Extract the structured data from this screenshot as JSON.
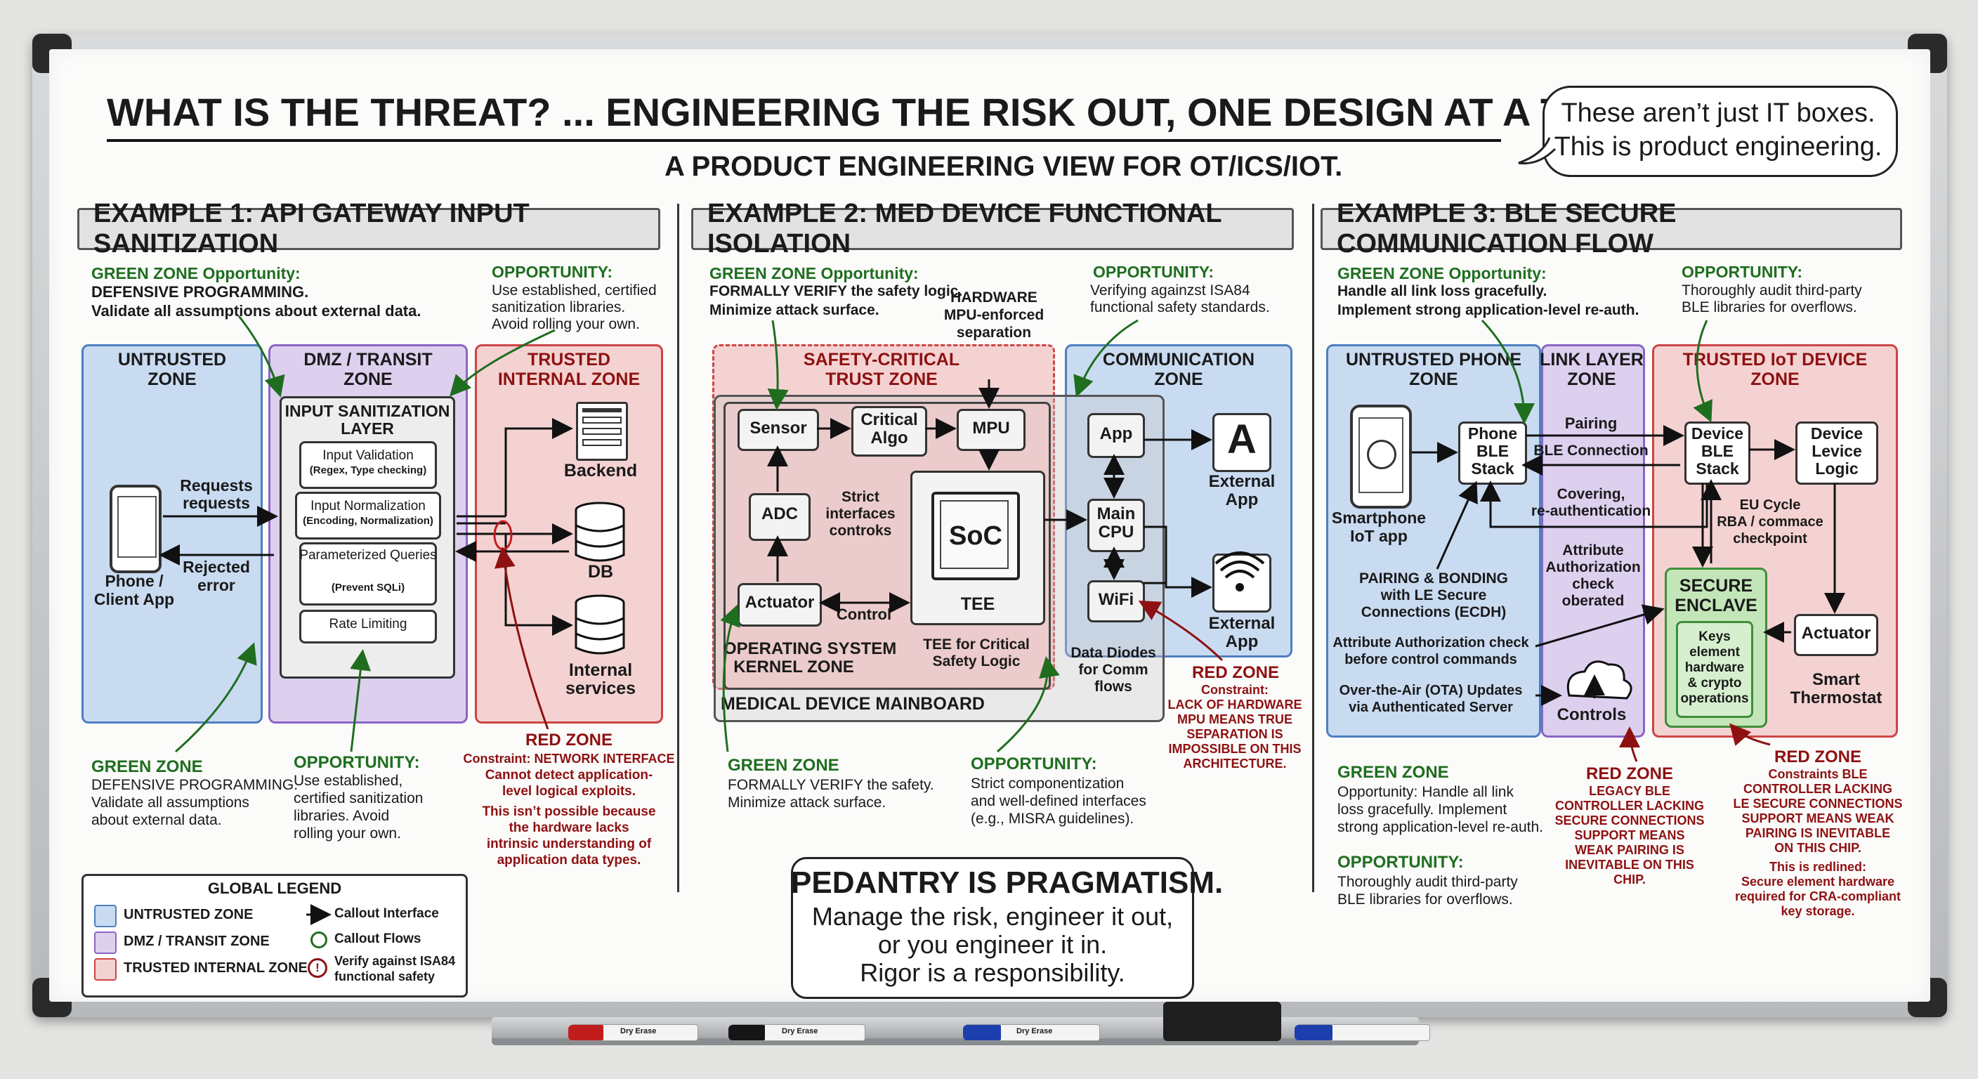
{
  "title": "WHAT IS THE THREAT? ... ENGINEERING THE RISK OUT, ONE DESIGN AT A TIME",
  "subtitle": "A PRODUCT ENGINEERING VIEW FOR OT/ICS/IOT.",
  "speech_bubble": [
    "These aren’t just IT boxes.",
    "This is product engineering."
  ],
  "ex1": {
    "header": "EXAMPLE 1: API GATEWAY INPUT SANITIZATION",
    "green_top_title": "GREEN ZONE Opportunity:",
    "green_top_lines": [
      "DEFENSIVE PROGRAMMING.",
      "Validate all assumptions about external data."
    ],
    "opp_top_title": "OPPORTUNITY:",
    "opp_top_lines": [
      "Use established, certified",
      "sanitization libraries.",
      "Avoid rolling your own."
    ],
    "zone_untrusted": [
      "UNTRUSTED",
      "ZONE"
    ],
    "zone_dmz": [
      "DMZ / TRANSIT",
      "ZONE"
    ],
    "zone_trusted": [
      "TRUSTED",
      "INTERNAL ZONE"
    ],
    "phone_label": [
      "Phone /",
      "Client App"
    ],
    "requests_label": [
      "Requests",
      "requests"
    ],
    "rejected_label": [
      "Rejected",
      "error"
    ],
    "layer_title": [
      "INPUT SANITIZATION",
      "LAYER"
    ],
    "layer_items": [
      {
        "title": "Input Validation",
        "sub": "(Regex, Type checking)"
      },
      {
        "title": "Input Normalization",
        "sub": "(Encoding, Normalization)"
      },
      {
        "title": "Parameterized Queries",
        "sub": "(Prevent SQLi)"
      },
      {
        "title": "Rate Limiting",
        "sub": ""
      }
    ],
    "backend": "Backend",
    "db": "DB",
    "internal_services": [
      "Internal",
      "services"
    ],
    "green_bottom_title": "GREEN ZONE",
    "green_bottom_lines": [
      "DEFENSIVE PROGRAMMING.",
      "Validate all assumptions",
      "about external data."
    ],
    "opp_bottom_title": "OPPORTUNITY:",
    "opp_bottom_lines": [
      "Use established,",
      "certified sanitization",
      "libraries. Avoid",
      "rolling your own."
    ],
    "red_title": "RED ZONE",
    "red_lines": [
      "Constraint: NETWORK INTERFACE",
      "Cannot detect application-",
      "level logical exploits.",
      "This isn’t possible because",
      "the hardware lacks",
      "intrinsic understanding of",
      "application data types."
    ]
  },
  "ex2": {
    "header": "EXAMPLE 2: MED DEVICE FUNCTIONAL ISOLATION",
    "green_top_title": "GREEN ZONE Opportunity:",
    "green_top_lines": [
      "FORMALLY VERIFY the safety logic.",
      "Minimize attack surface."
    ],
    "hw_label": [
      "HARDWARE",
      "MPU-enforced",
      "separation"
    ],
    "opp_top_title": "OPPORTUNITY:",
    "opp_top_lines": [
      "Verifying againzst ISA84",
      "functional safety standards."
    ],
    "zone_safety": [
      "SAFETY-CRITICAL",
      "TRUST ZONE"
    ],
    "zone_comm": [
      "COMMUNICATION",
      "ZONE"
    ],
    "sensor": "Sensor",
    "critical_algo": [
      "Critical",
      "Algo"
    ],
    "mpu": "MPU",
    "adc": "ADC",
    "strict_label": [
      "Strict",
      "interfaces",
      "controks"
    ],
    "soc": "SoC",
    "tee": "TEE",
    "actuator": "Actuator",
    "control": "Control",
    "os_zone": [
      "OPERATING SYSTEM",
      "KERNEL ZONE"
    ],
    "tee_label": [
      "TEE for Critical",
      "Safety Logic"
    ],
    "app": "App",
    "main_cpu": [
      "Main",
      "CPU"
    ],
    "wifi": "WiFi",
    "external_app1": [
      "External",
      "App"
    ],
    "external_app2": [
      "External",
      "App"
    ],
    "data_diodes": [
      "Data Diodes",
      "for Comm",
      "flows"
    ],
    "mainboard": "MEDICAL DEVICE MAINBOARD",
    "red_title": "RED ZONE",
    "red_lines": [
      "Constraint:",
      "LACK OF HARDWARE",
      "MPU MEANS TRUE",
      "SEPARATION IS",
      "IMPOSSIBLE ON THIS",
      "ARCHITECTURE."
    ],
    "green_bottom_title": "GREEN ZONE",
    "green_bottom_lines": [
      "FORMALLY VERIFY the safety.",
      "Minimize attack surface."
    ],
    "opp_bottom_title": "OPPORTUNITY:",
    "opp_bottom_lines": [
      "Strict componentization",
      "and well-defined interfaces",
      "(e.g., MISRA guidelines)."
    ]
  },
  "ex3": {
    "header": "EXAMPLE 3: BLE SECURE COMMUNICATION FLOW",
    "green_top_title": "GREEN ZONE Opportunity:",
    "green_top_lines": [
      "Handle all link loss gracefully.",
      "Implement strong application-level re-auth."
    ],
    "opp_top_title": "OPPORTUNITY:",
    "opp_top_lines": [
      "Thoroughly audit third-party",
      "BLE libraries for overflows."
    ],
    "zone_phone": [
      "UNTRUSTED PHONE",
      "ZONE"
    ],
    "zone_link": [
      "LINK LAYER",
      "ZONE"
    ],
    "zone_iot": [
      "TRUSTED IoT DEVICE",
      "ZONE"
    ],
    "smartphone_label": [
      "Smartphone",
      "IoT app"
    ],
    "phone_ble": [
      "Phone",
      "BLE",
      "Stack"
    ],
    "pairing": "Pairing",
    "ble_connection": "BLE Connection",
    "covering": [
      "Covering,",
      "re-authentication"
    ],
    "device_ble": [
      "Device",
      "BLE",
      "Stack"
    ],
    "device_logic": [
      "Device",
      "Levice",
      "Logic"
    ],
    "eu_cycle": [
      "EU Cycle",
      "RBA / commace",
      "checkpoint"
    ],
    "pairing_bonding": [
      "PAIRING & BONDING",
      "with LE Secure",
      "Connections (ECDH)"
    ],
    "attr_auth": [
      "Attribute",
      "Authorization",
      "check",
      "oberated"
    ],
    "secure_enclave": [
      "SECURE",
      "ENCLAVE"
    ],
    "keys": [
      "Keys",
      "element",
      "hardware",
      "& crypto",
      "operations"
    ],
    "actuator": "Actuator",
    "attr_check": [
      "Attribute Authorization check",
      "before control commands"
    ],
    "ota": [
      "Over-the-Air (OTA) Updates",
      "via Authenticated Server"
    ],
    "controls": "Controls",
    "thermostat": [
      "Smart",
      "Thermostat"
    ],
    "green_bottom_title": "GREEN ZONE",
    "green_bottom_lines": [
      "Opportunity: Handle all link",
      "loss gracefully. Implement",
      "strong application-level re-auth."
    ],
    "opp_bottom_title": "OPPORTUNITY:",
    "opp_bottom_lines": [
      "Thoroughly audit third-party",
      "BLE libraries for overflows."
    ],
    "red1_title": "RED ZONE",
    "red1_lines": [
      "LEGACY BLE",
      "CONTROLLER LACKING",
      "SECURE CONNECTIONS",
      "SUPPORT MEANS",
      "WEAK PAIRING IS",
      "INEVITABLE ON THIS",
      "CHIP."
    ],
    "red2_title": "RED ZONE",
    "red2_lines": [
      "Constraints BLE",
      "CONTROLLER LACKING",
      "LE SECURE CONNECTIONS",
      "SUPPORT MEANS WEAK",
      "PAIRING IS INEVITABLE",
      "ON THIS CHIP.",
      "This is redlined:",
      "Secure element hardware",
      "required for CRA-compliant",
      "key storage."
    ]
  },
  "legend": {
    "title": "GLOBAL LEGEND",
    "untrusted": "UNTRUSTED ZONE",
    "dmz": "DMZ / TRANSIT ZONE",
    "trusted": "TRUSTED INTERNAL ZONE",
    "callout_interface": "Callout Interface",
    "callout_flows": "Callout Flows",
    "verify": [
      "Verify against ISA84",
      "functional safety"
    ]
  },
  "pedantry": {
    "title": "PEDANTRY IS PRAGMATISM.",
    "lines": [
      "Manage the risk, engineer it out,",
      "or you engineer it in.",
      "Rigor is a responsibility."
    ]
  },
  "markers": [
    "Dry Erase",
    "Dry Erase",
    "Dry Erase"
  ],
  "colors": {
    "untrusted": "#c9dbf1",
    "dmz": "#ddd0ef",
    "trusted": "#f5d2d2",
    "green_text": "#1f6e1f",
    "red_text": "#8e1111"
  }
}
